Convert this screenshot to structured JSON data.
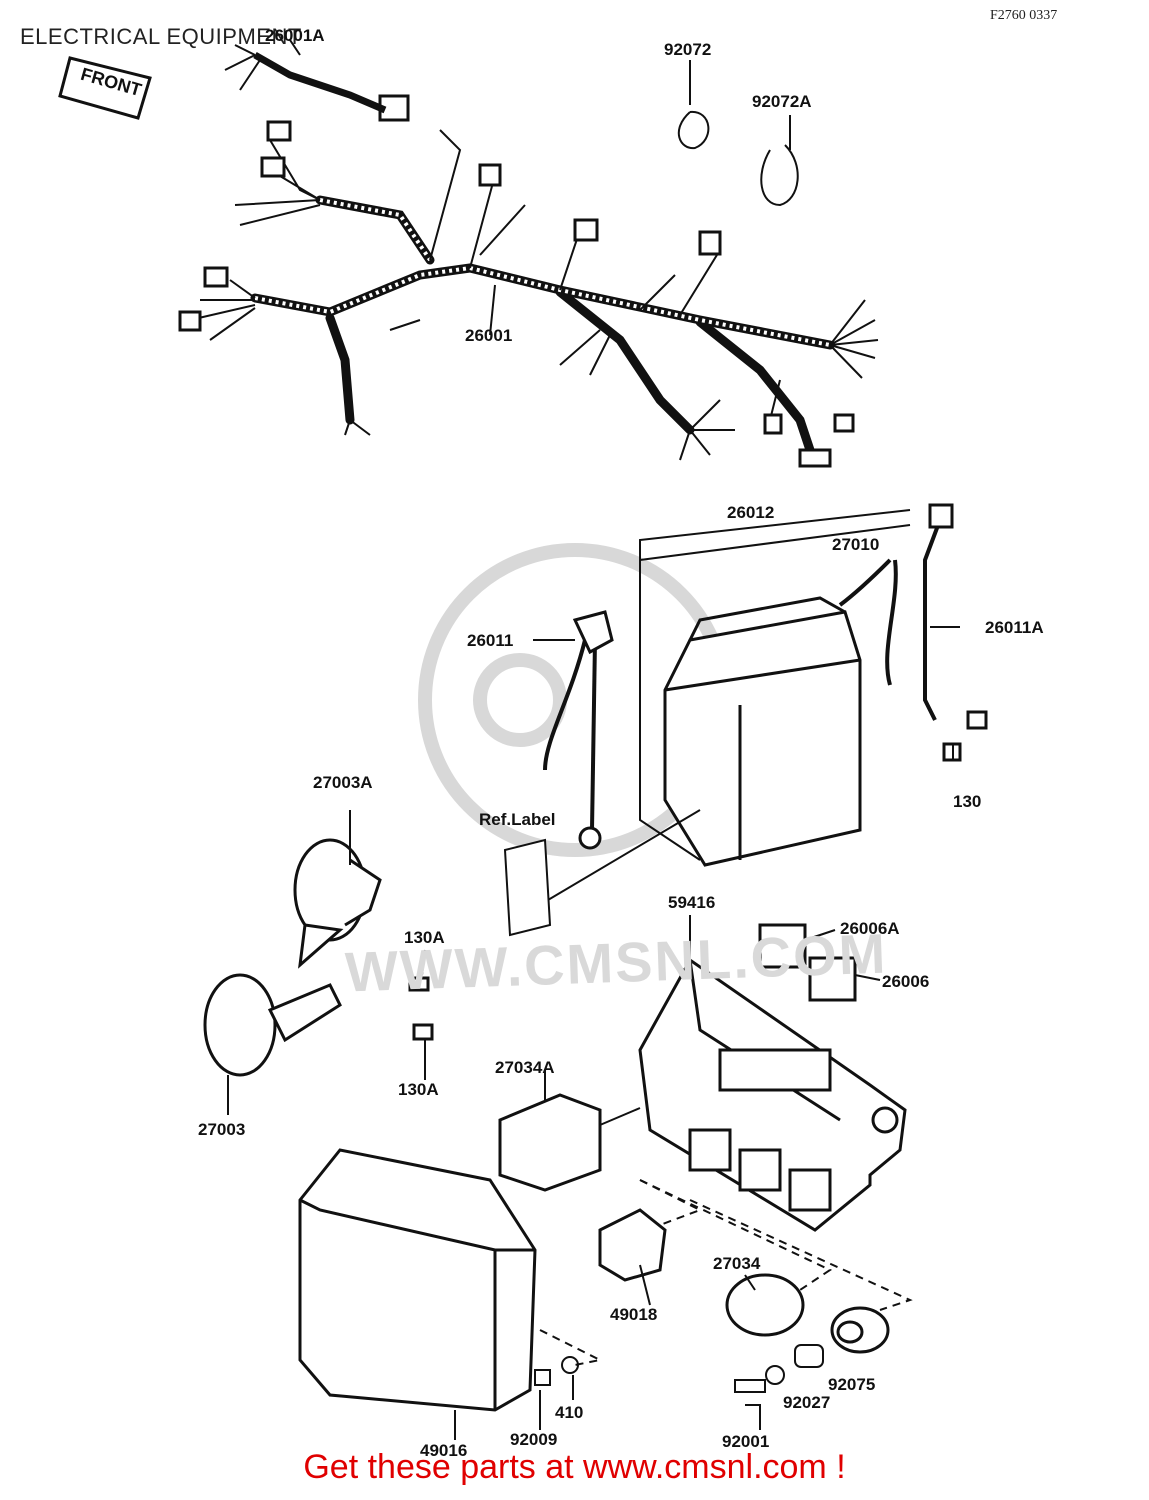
{
  "header": {
    "title": "ELECTRICAL EQUIPMENT",
    "figure_code": "F2760 0337"
  },
  "front_tag": "FRONT",
  "watermark": "WWW.CMSNL.COM",
  "parts": [
    "26001A",
    "92072",
    "92072A",
    "26001",
    "26012",
    "27010",
    "26011",
    "26011A",
    "130",
    "27003A",
    "Ref.Label",
    "130A",
    "59416",
    "26006A",
    "26006",
    "130A",
    "27003",
    "27034A",
    "27034",
    "49018",
    "92075",
    "92027",
    "410",
    "92009",
    "49016",
    "92001"
  ],
  "footer": {
    "text": "Get these parts at www.cmsnl.com !",
    "color": "#e00000"
  }
}
